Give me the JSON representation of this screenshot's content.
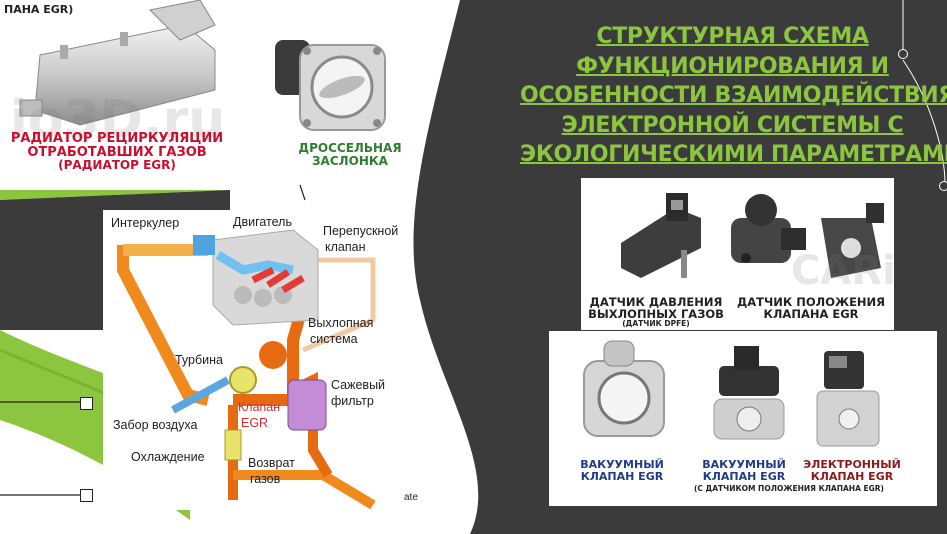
{
  "slide": {
    "title_lines": [
      "СТРУКТУРНАЯ СХЕМА",
      "ФУНКЦИОНИРОВАНИЯ И",
      "ОСОБЕННОСТИ ВЗАИМОДЕЙСТВИЯ",
      "ЭЛЕКТРОННОЙ СИСТЕМЫ С",
      "ЭКОЛОГИЧЕСКИМИ ПАРАМЕТРАМИ"
    ],
    "stray_text": "ate",
    "colors": {
      "background": "#3b3b3b",
      "accent": "#8cc63f",
      "caption_blue": "#1f3c88",
      "caption_red": "#c8102e"
    }
  },
  "radiator_image": {
    "top_caption": "ПАНА EGR)",
    "caption": [
      "РАДИАТОР РЕЦИРКУЛЯЦИИ",
      "ОТРАБОТАВШИХ ГАЗОВ",
      "(РАДИАТОР EGR)"
    ],
    "throttle_caption": [
      "ДРОССЕЛЬНАЯ",
      "ЗАСЛОНКА"
    ],
    "watermark": "io3D.ru"
  },
  "diagram": {
    "labels": {
      "intercooler": "Интеркулер",
      "engine": "Двигатель",
      "bypass": "Перепускной",
      "bypass2": "клапан",
      "exhaust": "Выхлопная",
      "exhaust2": "система",
      "turbine": "Турбина",
      "soot": "Сажевый",
      "soot2": "фильтр",
      "egr_valve": "Клапан",
      "egr_valve2": "EGR",
      "air_intake": "Забор воздуха",
      "cooling": "Охлаждение",
      "return": "Возврат",
      "return2": "газов"
    }
  },
  "sensors_image": {
    "caption_left": [
      "ДАТЧИК ДАВЛЕНИЯ",
      "ВЫХЛОПНЫХ ГАЗОВ"
    ],
    "caption_left_sub": "(ДАТЧИК DPFE)",
    "caption_right": [
      "ДАТЧИК ПОЛОЖЕНИЯ",
      "КЛАПАНА EGR"
    ],
    "watermark": "CARinf"
  },
  "valves_image": {
    "vac1": [
      "ВАКУУМНЫЙ",
      "КЛАПАН EGR"
    ],
    "vac2": [
      "ВАКУУМНЫЙ",
      "КЛАПАН EGR"
    ],
    "elec": [
      "ЭЛЕКТРОННЫЙ",
      "КЛАПАН EGR"
    ],
    "sub": "(С ДАТЧИКОМ ПОЛОЖЕНИЯ КЛАПАНА EGR)"
  }
}
